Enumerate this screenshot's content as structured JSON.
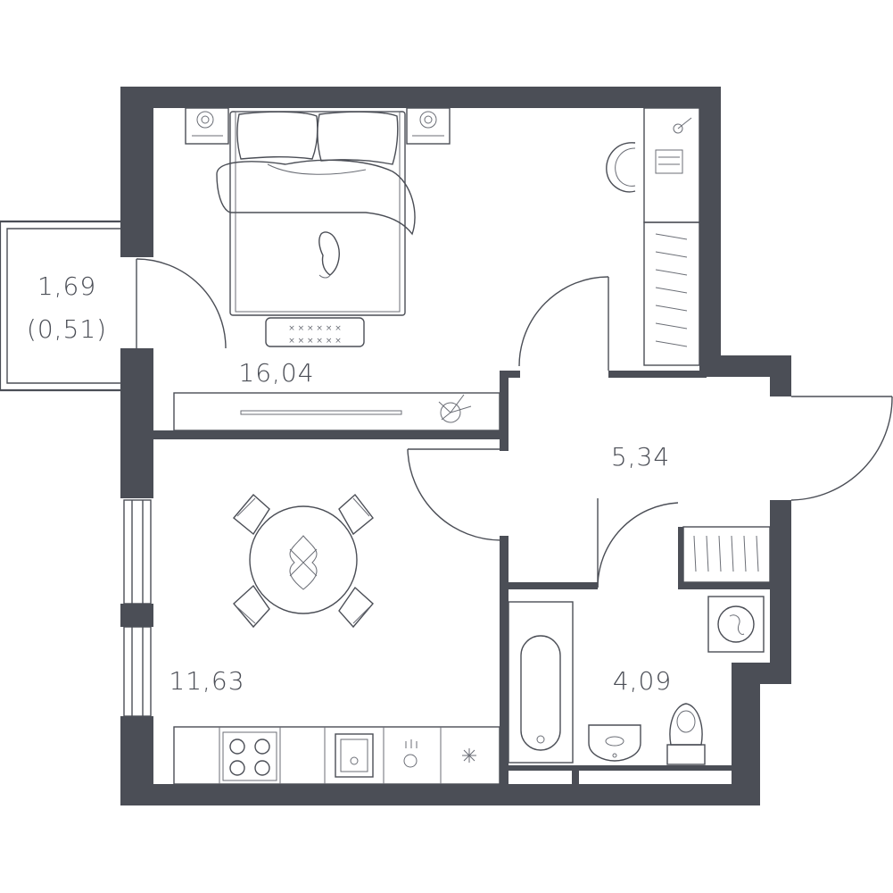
{
  "floor_plan": {
    "rooms": [
      {
        "id": "bedroom",
        "area": "16,04"
      },
      {
        "id": "hallway",
        "area": "5,34"
      },
      {
        "id": "living-kitchen",
        "area": "11,63"
      },
      {
        "id": "bathroom",
        "area": "4,09"
      }
    ],
    "balcony": {
      "area": "1,69",
      "reduced_area": "(0,51)"
    }
  },
  "colors": {
    "wall": "#4b4e56",
    "line": "#4b4e56",
    "text": "#4a4d55",
    "background": "#ffffff"
  },
  "icons": [
    "bed-icon",
    "pillow-icon",
    "nightstand-lamp-icon",
    "cat-icon",
    "rug-icon",
    "desk-icon",
    "chair-icon",
    "wardrobe-icon",
    "tv-icon",
    "plant-icon",
    "dining-table-icon",
    "dining-chair-icon",
    "stove-icon",
    "sink-icon",
    "dishwasher-icon",
    "bathtub-icon",
    "washbasin-icon",
    "toilet-icon",
    "washing-machine-icon",
    "door-swing-icon",
    "window-icon"
  ]
}
